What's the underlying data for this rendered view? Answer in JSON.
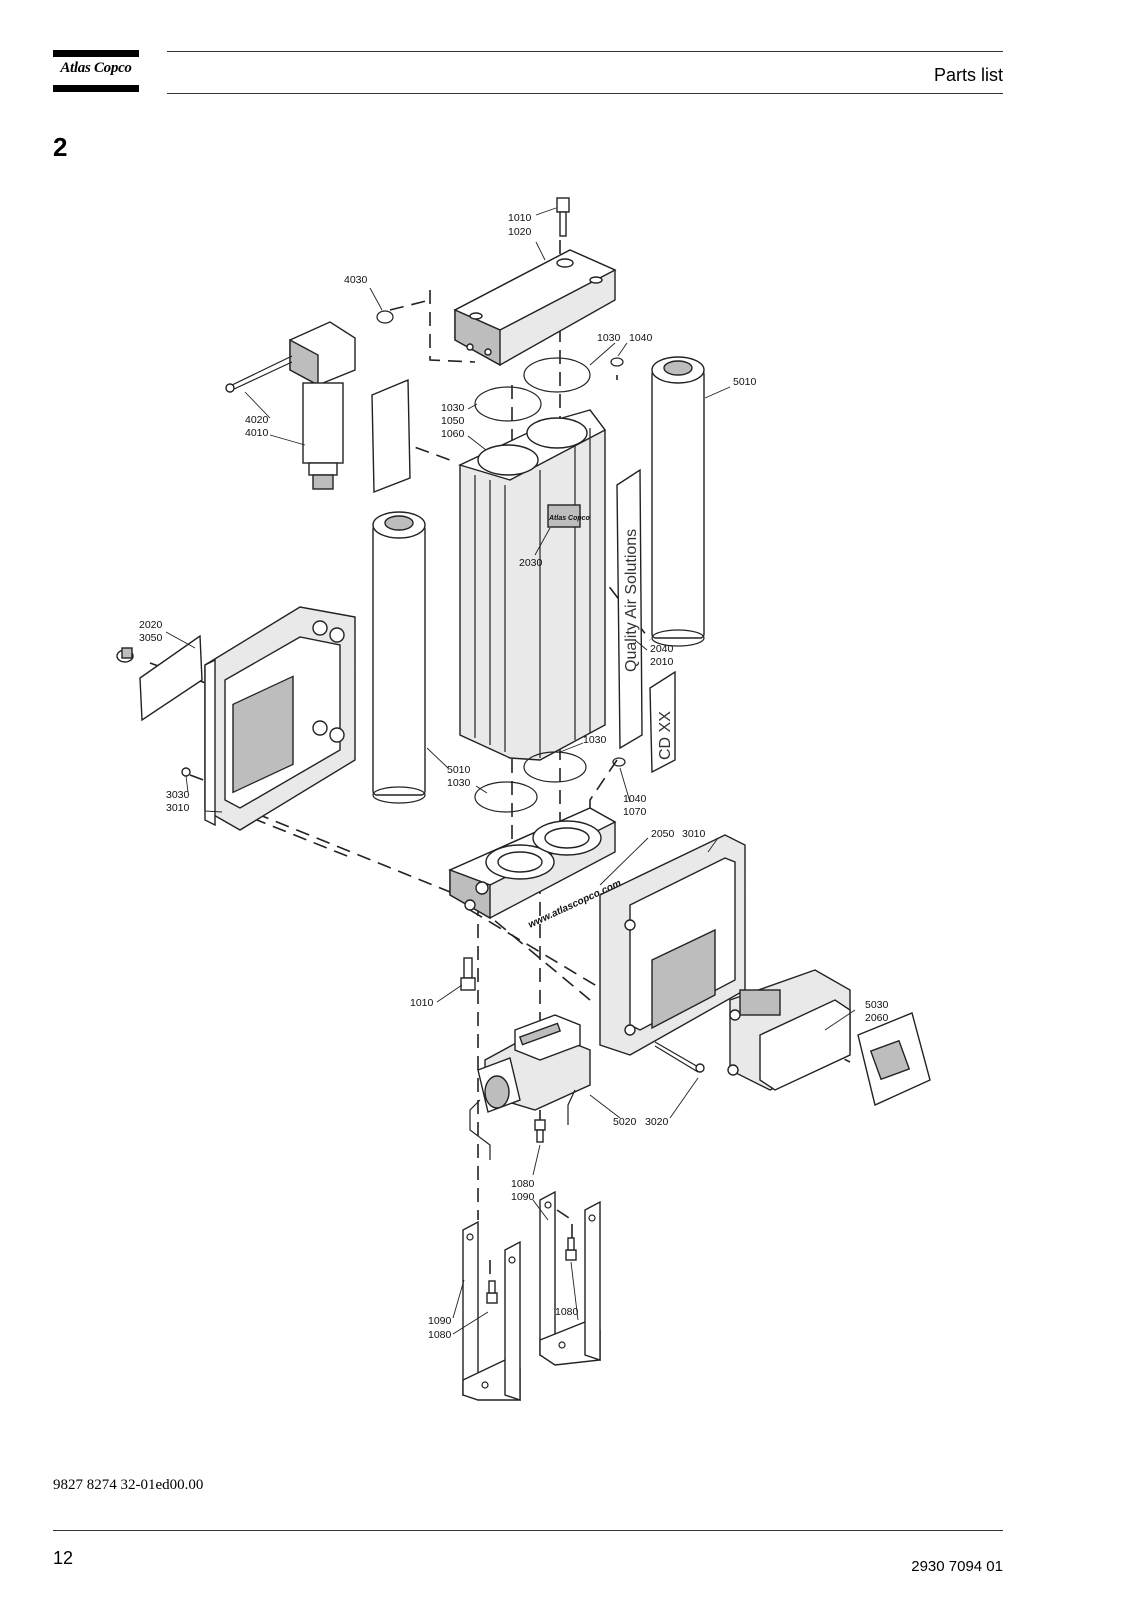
{
  "header": {
    "logo_text": "Atlas Copco",
    "title": "Parts list",
    "section_number": "2"
  },
  "diagram": {
    "callouts": {
      "c1010_top": "1010",
      "c1020": "1020",
      "c4030": "4030",
      "c1030_a": "1030",
      "c1040_a": "1040",
      "c5010_a": "5010",
      "c4020": "4020",
      "c4010": "4010",
      "c1030_b": "1030",
      "c1050": "1050",
      "c1060": "1060",
      "c2030": "2030",
      "c2020": "2020",
      "c3050": "3050",
      "c2040": "2040",
      "c2010": "2010",
      "c1030_c": "1030",
      "c5010_b": "5010",
      "c1030_d": "1030",
      "c1040_b": "1040",
      "c1070": "1070",
      "c3030": "3030",
      "c3010_a": "3010",
      "c2050": "2050",
      "c3010_b": "3010",
      "c1010_bot": "1010",
      "c5030": "5030",
      "c2060": "2060",
      "c5020": "5020",
      "c3020": "3020",
      "c1080_a": "1080",
      "c1090_a": "1090",
      "c1090_b": "1090",
      "c1080_b": "1080",
      "c1080_c": "1080"
    },
    "printed_text": {
      "side_label": "Quality Air Solutions",
      "decal_text": "CD XX",
      "web_address": "www.atlascopco.com",
      "body_logo": "Atlas Copco"
    }
  },
  "footer": {
    "doc_ref": "9827 8274 32-01ed00.00",
    "page_number": "12",
    "part_number": "2930 7094 01"
  }
}
